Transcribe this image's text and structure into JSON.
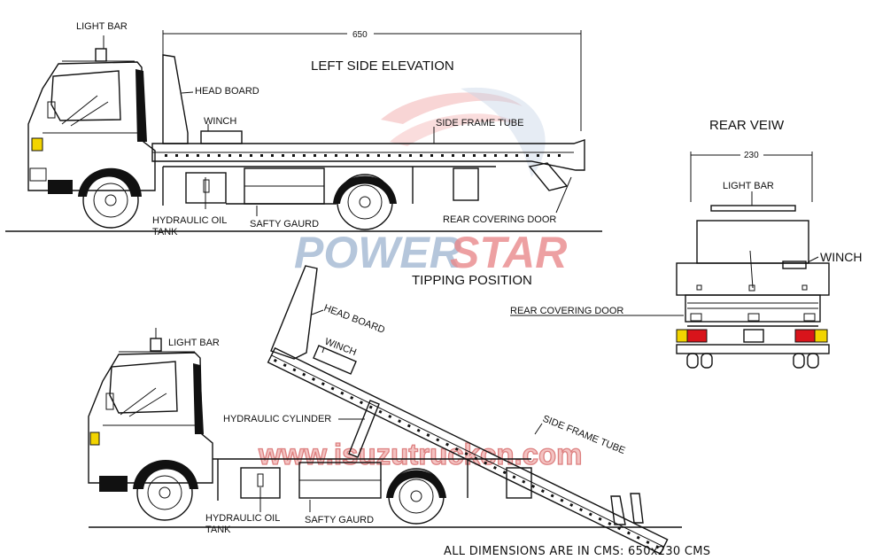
{
  "watermark": {
    "brand_part1": "POWER",
    "brand_part2": "STAR",
    "url": "www.isuzutruckcn.com"
  },
  "side_elevation": {
    "title": "LEFT SIDE ELEVATION",
    "length_dimension": "650",
    "labels": {
      "light_bar": "LIGHT BAR",
      "head_board": "HEAD BOARD",
      "winch": "WINCH",
      "side_frame_tube": "SIDE FRAME TUBE",
      "hydraulic_oil_tank_line1": "HYDRAULIC OIL",
      "hydraulic_oil_tank_line2": "TANK",
      "safety_guard": "SAFTY GAURD",
      "rear_covering_door": "REAR COVERING DOOR"
    }
  },
  "rear_view": {
    "title": "REAR VEIW",
    "width_dimension": "230",
    "labels": {
      "light_bar": "LIGHT BAR",
      "winch": "WINCH",
      "rear_covering_door": "REAR COVERING DOOR"
    }
  },
  "tipping_position": {
    "title": "TIPPING POSITION",
    "labels": {
      "light_bar": "LIGHT BAR",
      "head_board": "HEAD BOARD",
      "winch": "WINCH",
      "hydraulic_cylinder": "HYDRAULIC CYLINDER",
      "side_frame_tube": "SIDE FRAME TUBE",
      "hydraulic_oil_tank_line1": "HYDRAULIC OIL",
      "hydraulic_oil_tank_line2": "TANK",
      "safety_guard": "SAFTY GAURD"
    }
  },
  "footer": {
    "note": "ALL DIMENSIONS ARE IN CMS: 650x230 CMS"
  },
  "colors": {
    "line": "#111111",
    "watermark_blue": "#9db3cf",
    "watermark_red": "#e9898c",
    "amber_lamp": "#f2d400",
    "red_lamp": "#d8141b"
  }
}
